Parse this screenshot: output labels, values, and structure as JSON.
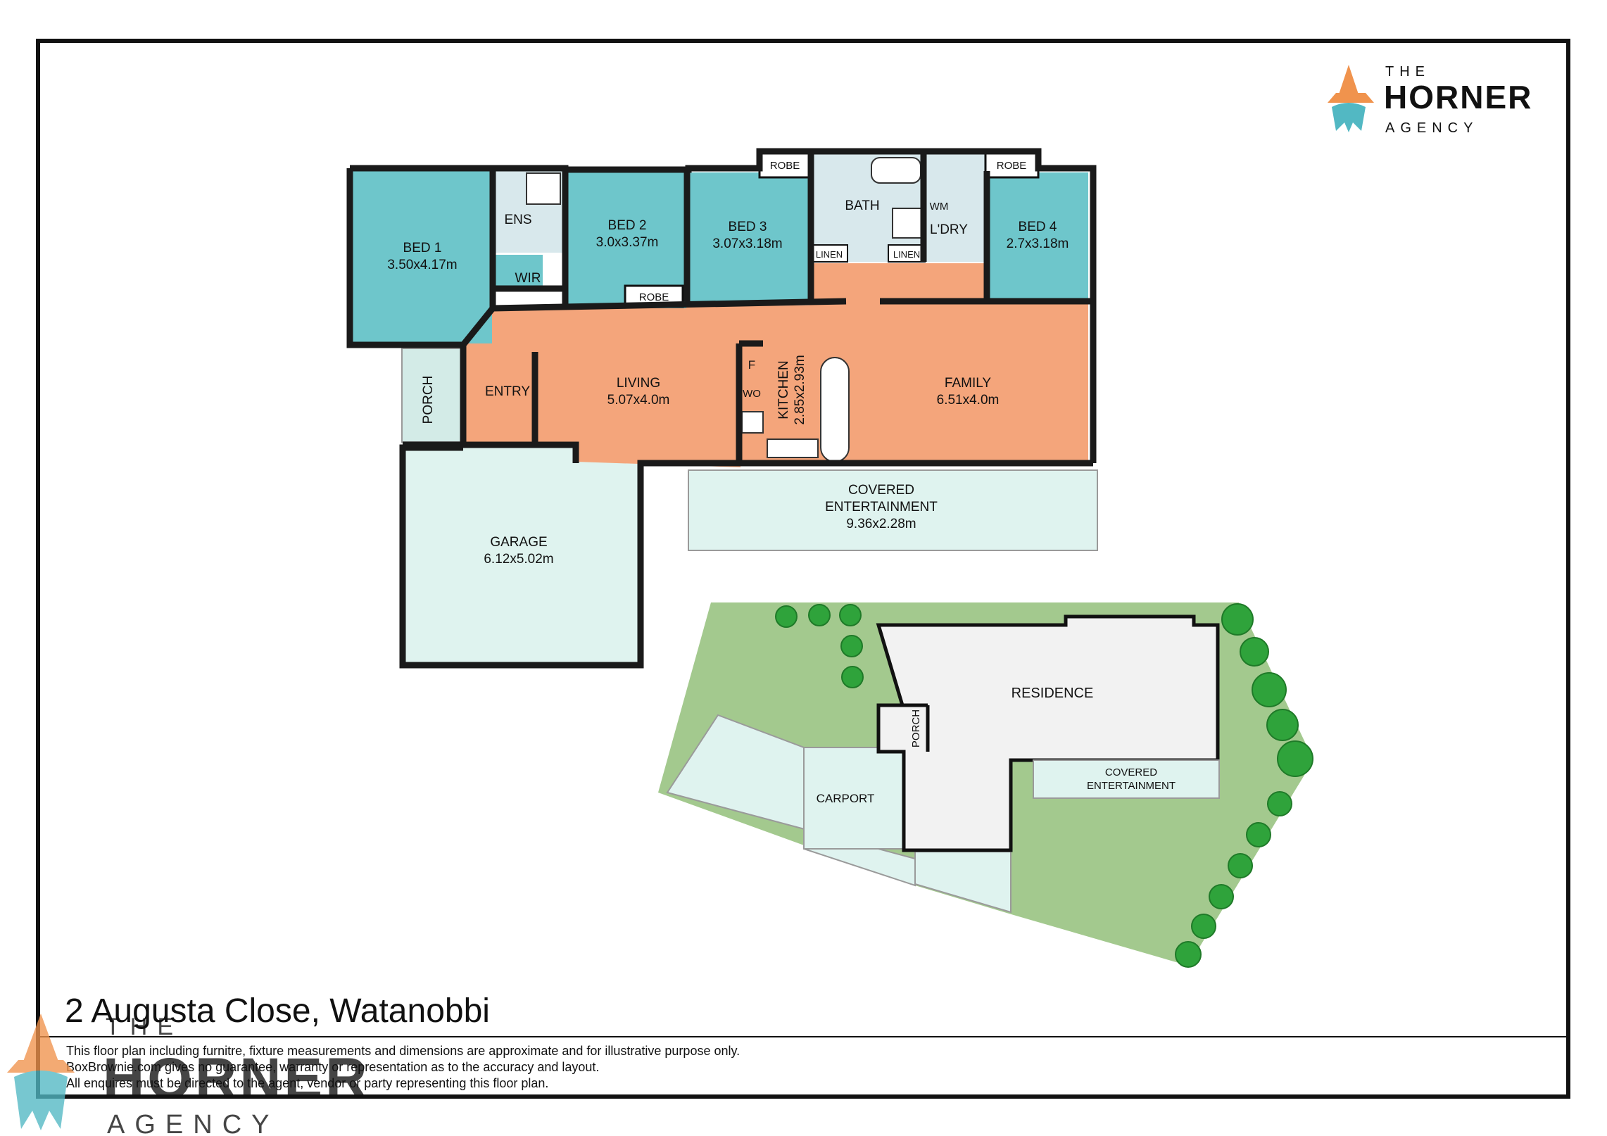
{
  "address": "2 Augusta Close, Watanobbi",
  "disclaimer": [
    "This floor plan including furnitre, fixture measurements and dimensions are approximate and for illustrative purpose only.",
    "BoxBrownie.com gives no guarantee, warranty or representation as to the accuracy and layout.",
    "All enquires must be directed to the agent, vendor or party representing this floor plan."
  ],
  "brand": {
    "line1": "THE",
    "line2": "HORNER",
    "line3": "AGENCY"
  },
  "rooms": {
    "bed1": {
      "name": "BED 1",
      "dims": "3.50x4.17m"
    },
    "ens": {
      "name": "ENS"
    },
    "wir": {
      "name": "WIR"
    },
    "bed2": {
      "name": "BED 2",
      "dims": "3.0x3.37m"
    },
    "robe_bed2": {
      "name": "ROBE"
    },
    "bed3": {
      "name": "BED 3",
      "dims": "3.07x3.18m"
    },
    "robe_bed3": {
      "name": "ROBE"
    },
    "bath": {
      "name": "BATH"
    },
    "linen1": {
      "name": "LINEN"
    },
    "linen2": {
      "name": "LINEN"
    },
    "wm": {
      "name": "WM"
    },
    "ldry": {
      "name": "L'DRY"
    },
    "robe_bed4": {
      "name": "ROBE"
    },
    "bed4": {
      "name": "BED 4",
      "dims": "2.7x3.18m"
    },
    "porch": {
      "name": "PORCH"
    },
    "entry": {
      "name": "ENTRY"
    },
    "living": {
      "name": "LIVING",
      "dims": "5.07x4.0m"
    },
    "fridge": {
      "name": "F"
    },
    "wall_oven": {
      "name": "WO"
    },
    "kitchen": {
      "name": "KITCHEN",
      "dims": "2.85x2.93m"
    },
    "family": {
      "name": "FAMILY",
      "dims": "6.51x4.0m"
    },
    "covered": {
      "name1": "COVERED",
      "name2": "ENTERTAINMENT",
      "dims": "9.36x2.28m"
    },
    "garage": {
      "name": "GARAGE",
      "dims": "6.12x5.02m"
    }
  },
  "site": {
    "residence": "RESIDENCE",
    "porch": "PORCH",
    "carport": "CARPORT",
    "covered1": "COVERED",
    "covered2": "ENTERTAINMENT"
  },
  "colors": {
    "bedroom": "#6ec6cb",
    "living": "#f4a57b",
    "wet": "#d8e8ec",
    "outdoor": "#dff3ef",
    "porch": "#d3ebe7",
    "lawn": "#a3c98e",
    "paving": "#f2f2f2",
    "wall": "#1a1a1a",
    "brand_orange": "#f0934d",
    "brand_teal": "#52b8c3",
    "tree": "#2fa33b"
  }
}
